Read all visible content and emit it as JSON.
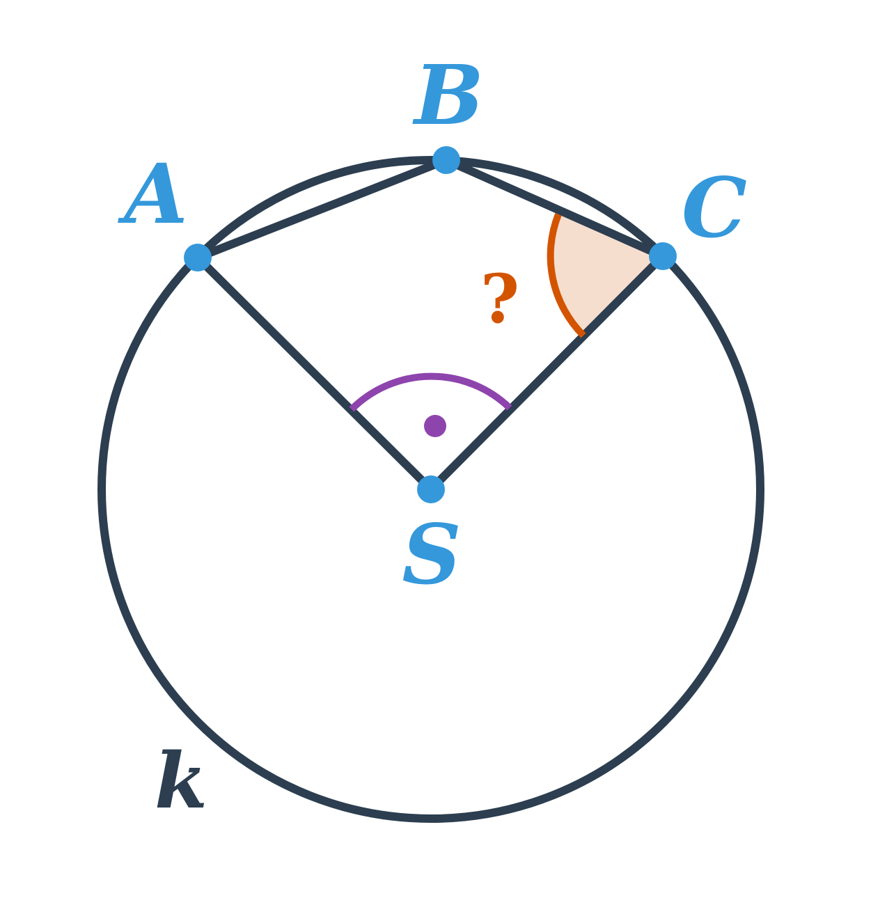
{
  "diagram": {
    "colors": {
      "stroke": "#2c3e50",
      "point": "#3498db",
      "right_angle": "#8e44ad",
      "unknown_angle": "#d35400",
      "unknown_angle_fill": "#f6dece"
    },
    "labels": {
      "point_a": "A",
      "point_b": "B",
      "point_c": "C",
      "center": "S",
      "circle": "k",
      "unknown_angle": "?"
    }
  }
}
